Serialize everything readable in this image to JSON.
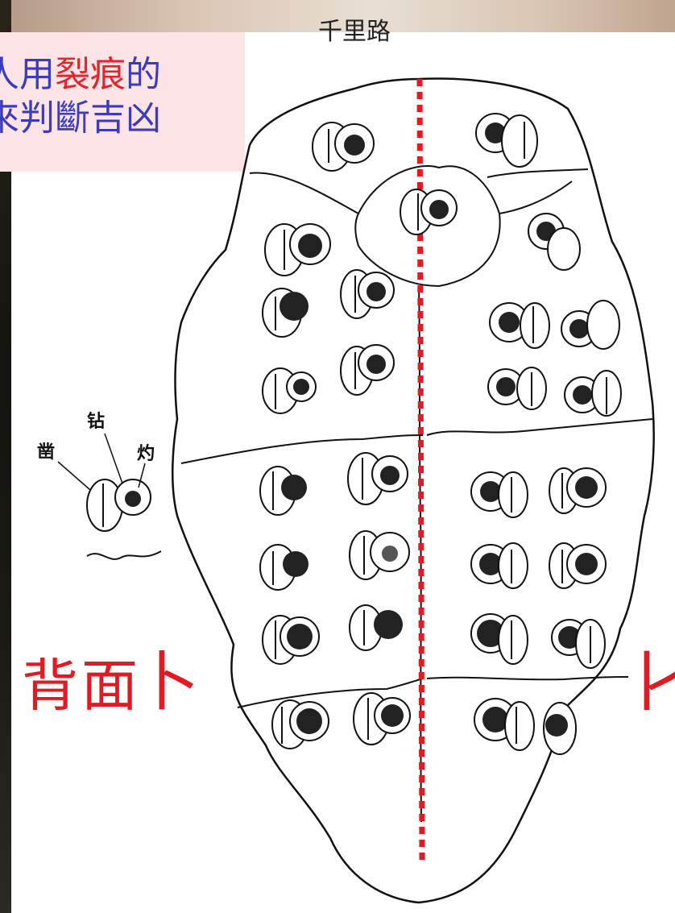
{
  "title": "千里路",
  "caption": {
    "line1_a": "人用",
    "line1_b": "裂痕",
    "line1_c": "的",
    "line2": "來判斷吉凶"
  },
  "inset_labels": {
    "left": "凿",
    "top": "钻",
    "right": "灼"
  },
  "side_glyph_left": "卜",
  "side_glyph_right": "卜",
  "bottom_label": "背面",
  "colors": {
    "caption_box": "#fde4e6",
    "caption_text": "#3b3bbf",
    "highlight": "#e6222a",
    "dashed_line": "#e01b24"
  }
}
